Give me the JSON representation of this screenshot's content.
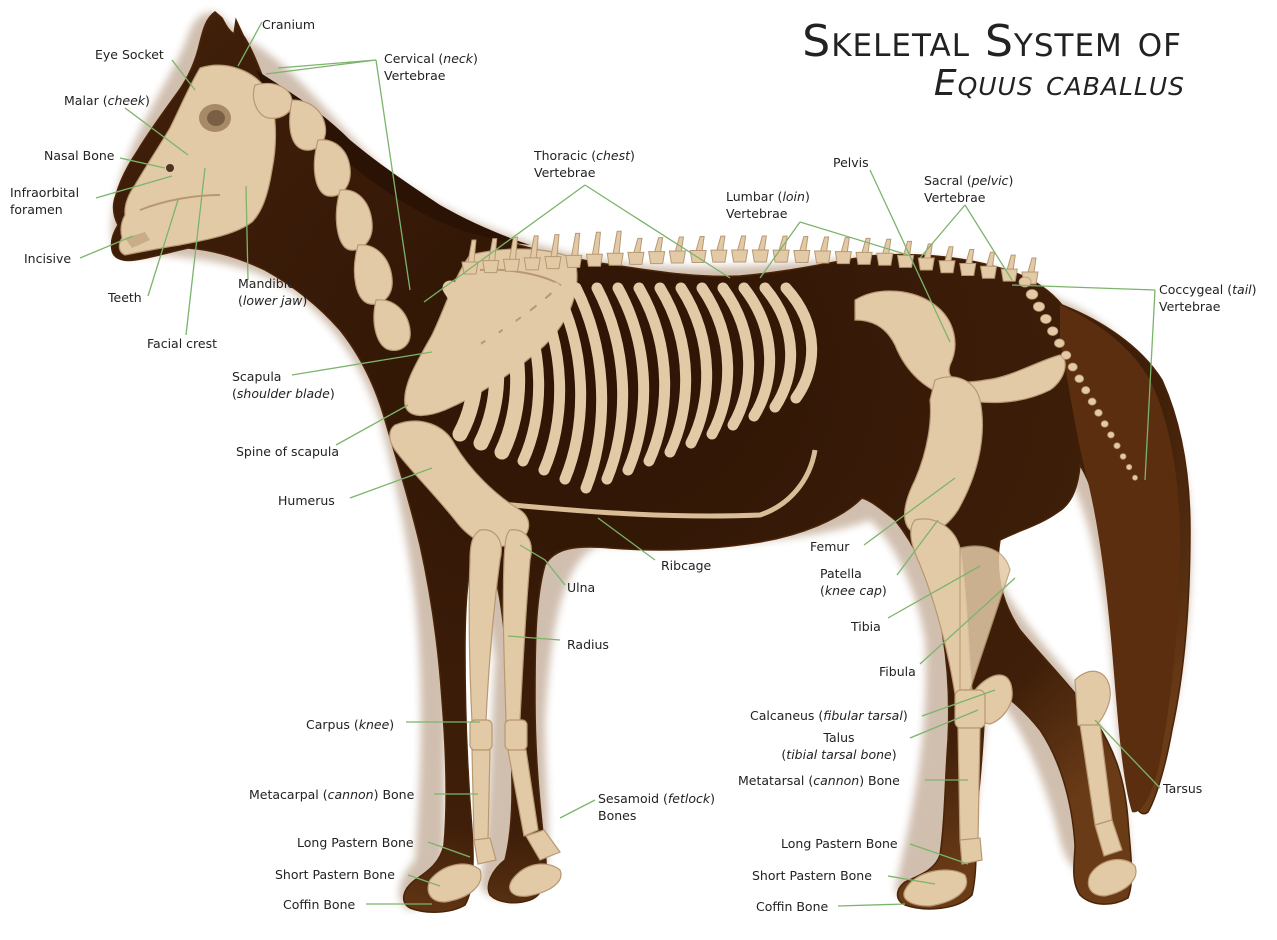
{
  "title": {
    "line1": "Skeletal System of",
    "line2": "Equus caballus"
  },
  "colors": {
    "coat": "#3f1f09",
    "coat_edge": "#5e3414",
    "bone": "#e3caa6",
    "bone_shadow": "#b79872",
    "leader": "#7cb46b"
  },
  "labels": {
    "cranium": "Cranium",
    "eye_socket": "Eye Socket",
    "cervical_a": "Cervical (",
    "cervical_i": "neck",
    "cervical_b": ")",
    "cervical_2": "Vertebrae",
    "malar_a": "Malar (",
    "malar_i": "cheek",
    "malar_b": ")",
    "nasal_bone": "Nasal Bone",
    "infraorbital_1": "Infraorbital",
    "infraorbital_2": "foramen",
    "incisive": "Incisive",
    "teeth": "Teeth",
    "facial_crest": "Facial crest",
    "mandible_1": "Mandible",
    "mandible_2a": "(",
    "mandible_2i": "lower jaw",
    "mandible_2b": ")",
    "thoracic_a": "Thoracic (",
    "thoracic_i": "chest",
    "thoracic_b": ")",
    "thoracic_2": "Vertebrae",
    "lumbar_a": "Lumbar (",
    "lumbar_i": "loin",
    "lumbar_b": ")",
    "lumbar_2": "Vertebrae",
    "pelvis": "Pelvis",
    "sacral_a": "Sacral (",
    "sacral_i": "pelvic",
    "sacral_b": ")",
    "sacral_2": "Vertebrae",
    "coccygeal_a": "Coccygeal (",
    "coccygeal_i": "tail",
    "coccygeal_b": ")",
    "coccygeal_2": "Vertebrae",
    "scapula_1": "Scapula",
    "scapula_2a": "(",
    "scapula_2i": "shoulder blade",
    "scapula_2b": ")",
    "spine_of_scapula": "Spine of scapula",
    "humerus": "Humerus",
    "ribcage": "Ribcage",
    "ulna": "Ulna",
    "radius": "Radius",
    "femur": "Femur",
    "patella_1": "Patella",
    "patella_2a": "(",
    "patella_2i": "knee cap",
    "patella_2b": ")",
    "tibia": "Tibia",
    "fibula": "Fibula",
    "calcaneus_a": "Calcaneus (",
    "calcaneus_i": "fibular tarsal",
    "calcaneus_b": ")",
    "talus_1": "Talus",
    "talus_2a": "(",
    "talus_2i": "tibial tarsal bone",
    "talus_2b": ")",
    "metatarsal_a": "Metatarsal (",
    "metatarsal_i": "cannon",
    "metatarsal_b": ") Bone",
    "tarsus": "Tarsus",
    "carpus_a": "Carpus (",
    "carpus_i": "knee",
    "carpus_b": ")",
    "metacarpal_a": "Metacarpal (",
    "metacarpal_i": "cannon",
    "metacarpal_b": ") Bone",
    "sesamoid_a": "Sesamoid (",
    "sesamoid_i": "fetlock",
    "sesamoid_b": ")",
    "sesamoid_2": "Bones",
    "fore_long_pastern": "Long Pastern Bone",
    "fore_short_pastern": "Short Pastern Bone",
    "fore_coffin": "Coffin Bone",
    "hind_long_pastern": "Long Pastern Bone",
    "hind_short_pastern": "Short Pastern Bone",
    "hind_coffin": "Coffin Bone"
  }
}
